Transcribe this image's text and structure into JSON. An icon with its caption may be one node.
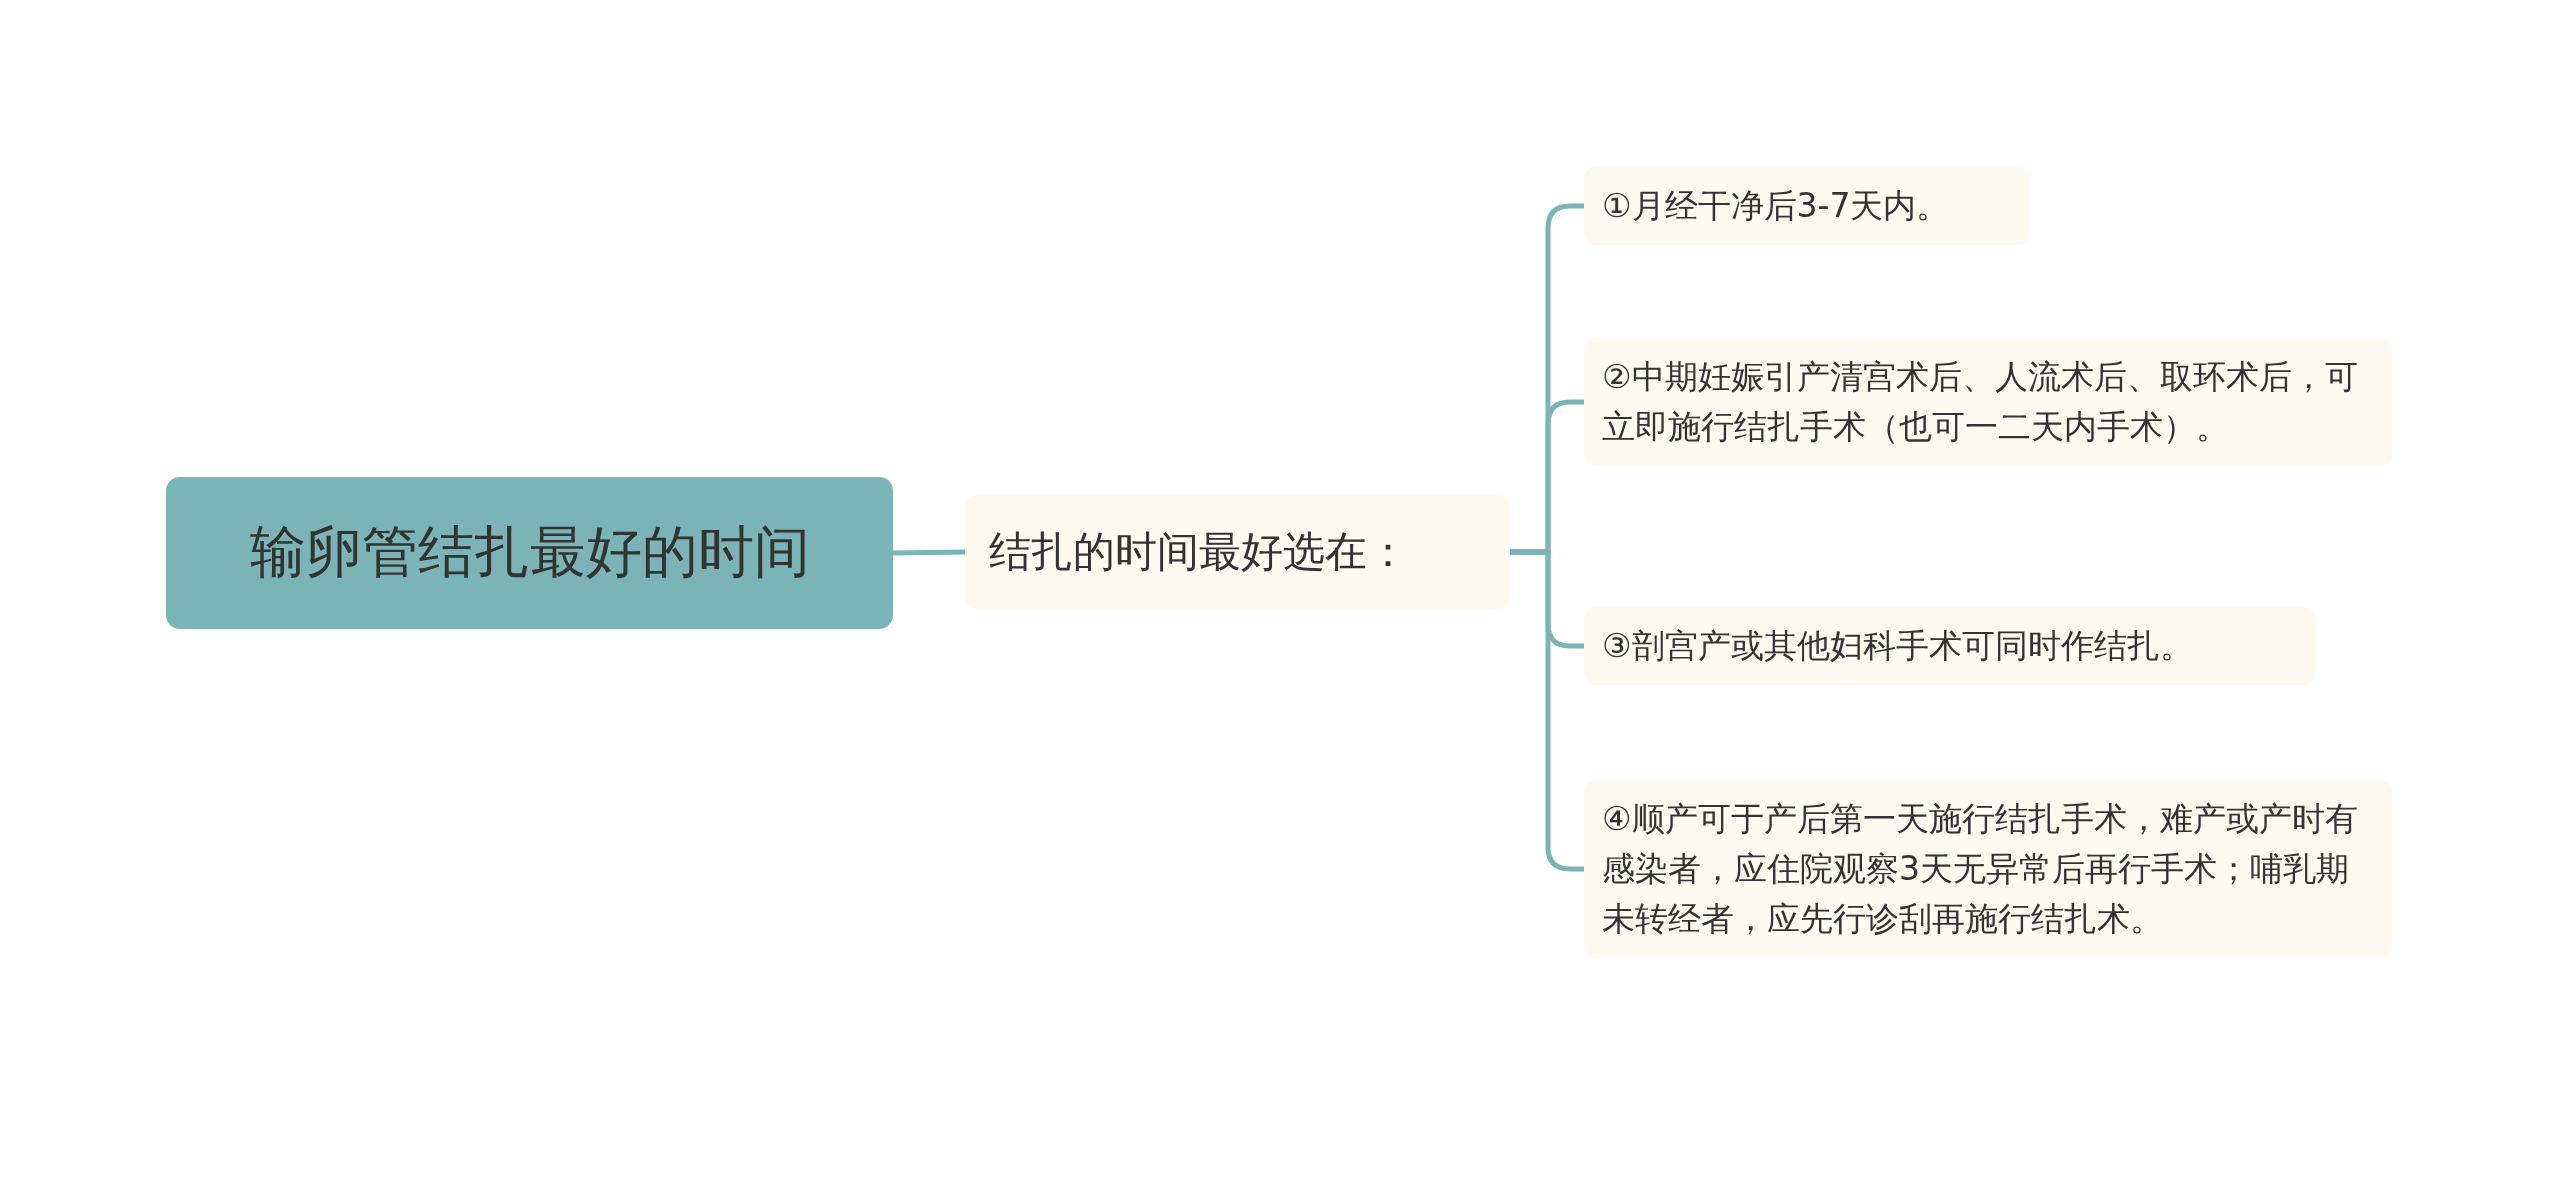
{
  "diagram": {
    "nodes": [
      {
        "text": [
          "输卵管结扎最好的时间"
        ]
      },
      {
        "text": [
          "结扎的时间最好选在："
        ]
      },
      {
        "text": [
          "①月经干净后3-7天内。"
        ]
      },
      {
        "text": [
          "②中期妊娠引产清宫术后、人流术后、取环术后，可立即施行结扎手术（也可一二天内手术）。"
        ]
      },
      {
        "text": [
          "③剖宫产或其他妇科手术可同时作结扎。"
        ]
      },
      {
        "text": [
          "④顺产可于产后第一天施行结扎手术，难产或产时有感染者，应住院观察3天无异常后再行手术；哺乳期未转经者，应先行诊刮再施行结扎术。"
        ]
      }
    ],
    "edges": [
      {
        "from": 0,
        "to": 1,
        "arrow": "none"
      },
      {
        "from": 1,
        "to": 2,
        "arrow": "none"
      },
      {
        "from": 1,
        "to": 3,
        "arrow": "none"
      },
      {
        "from": 1,
        "to": 4,
        "arrow": "none"
      },
      {
        "from": 1,
        "to": 5,
        "arrow": "none"
      }
    ]
  }
}
